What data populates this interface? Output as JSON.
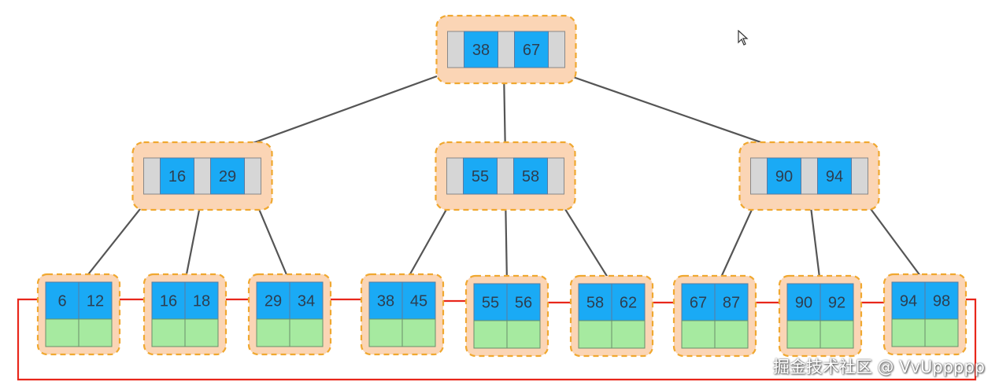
{
  "colors": {
    "node_fill": "#fbd5b5",
    "node_border": "#f0a830",
    "key_fill": "#1aaaf5",
    "pointer_fill": "#d6d6d6",
    "data_fill": "#a6eaa0",
    "arrow": "#555555",
    "link": "#e8271b"
  },
  "root": {
    "keys": [
      "38",
      "67"
    ]
  },
  "internal": [
    {
      "keys": [
        "16",
        "29"
      ]
    },
    {
      "keys": [
        "55",
        "58"
      ]
    },
    {
      "keys": [
        "90",
        "94"
      ]
    }
  ],
  "leaves": [
    {
      "keys": [
        "6",
        "12"
      ]
    },
    {
      "keys": [
        "16",
        "18"
      ]
    },
    {
      "keys": [
        "29",
        "34"
      ]
    },
    {
      "keys": [
        "38",
        "45"
      ]
    },
    {
      "keys": [
        "55",
        "56"
      ]
    },
    {
      "keys": [
        "58",
        "62"
      ]
    },
    {
      "keys": [
        "67",
        "87"
      ]
    },
    {
      "keys": [
        "90",
        "92"
      ]
    },
    {
      "keys": [
        "94",
        "98"
      ]
    }
  ],
  "watermark": "掘金技术社区 @ VvUppppp"
}
